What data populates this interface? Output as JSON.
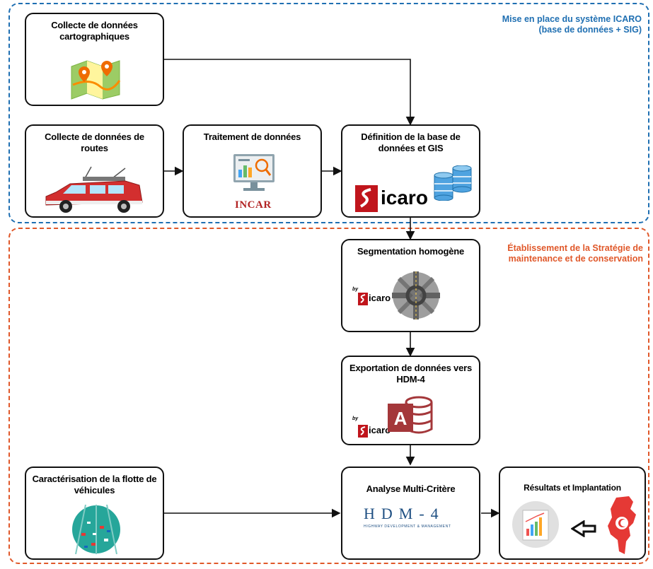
{
  "regions": {
    "top_label": "Mise en place du système ICARO (base de données + SIG)",
    "bottom_label": "Établissement de la Stratégie de maintenance et de conservation"
  },
  "boxes": {
    "collecte_carto": "Collecte de données cartographiques",
    "collecte_routes": "Collecte de données de routes",
    "traitement": "Traitement de données",
    "definition": "Définition de la base de données et GIS",
    "segmentation": "Segmentation homogène",
    "exportation": "Exportation de données vers HDM-4",
    "caracterisation": "Caractérisation de la flotte de véhicules",
    "analyse": "Analyse Multi-Critère",
    "resultats": "Résultats et Implantation"
  },
  "logos": {
    "incar": "INCAR",
    "icaro": "icaro",
    "by": "by",
    "hdm": "HDM-4",
    "hdm_sub": "HIGHWAY DEVELOPMENT & MANAGEMENT"
  },
  "colors": {
    "top_region": "#1f6fb2",
    "bottom_region": "#e0582a",
    "icaro_red": "#c0151c",
    "hdm_blue": "#1e4f82"
  },
  "icons": [
    "map-icon",
    "survey-vehicle-icon",
    "data-analysis-monitor-icon",
    "database-icon",
    "road-interchange-icon",
    "access-database-icon",
    "traffic-highway-icon",
    "report-charts-icon",
    "tunisia-map-icon"
  ]
}
